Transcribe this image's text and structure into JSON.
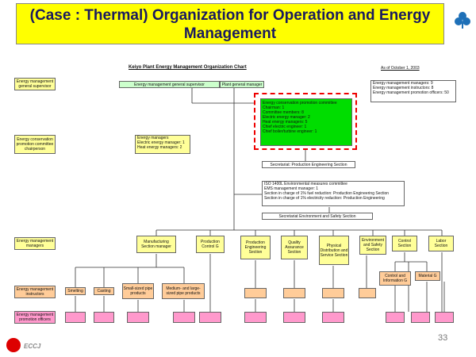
{
  "title": "(Case : Thermal)  Organization for Operation and Energy Management",
  "chart_title": "Keiyo Plant Energy Management Organization Chart",
  "as_of": "As of October 1, 2003",
  "page_number": "33",
  "footer_logo_text": "ECCJ",
  "left_labels": {
    "general_supervisor": "Energy management general supervisor",
    "committee_chairperson": "Energy conservation promotion committee chairperson",
    "managers": "Energy management managers",
    "instructors": "Energy management instructors",
    "promotion_officers": "Energy management promotion officers"
  },
  "top": {
    "general_supervisor": "Energy management general supervisor",
    "plant_manager": "Plant general manager",
    "energy_managers": [
      "Energy managers",
      "Electric energy manager: 1",
      "Heat energy managers: 2"
    ],
    "counts": [
      "Energy management managers: 9",
      "Energy management instructors: 8",
      "Energy management promotion officers: 50"
    ]
  },
  "committee": [
    "Energy conservation promotion committee",
    "Chairman: 1",
    "Committee members: 8",
    "Electric energy manager: 2",
    "Heat energy managers: 5",
    "Chief electric engineer: 1",
    "Chief boiler/turbine engineer: 1"
  ],
  "secretariat_production": "Secretariat: Production Engineering Section",
  "iso": [
    "ISO 1400L Environmental measures committee",
    "EMS management manager: 1",
    "Section in charge of 1% fuel reduction: Production Engineering Section",
    "Section in charge of 1% electricity reduction: Production Engineering"
  ],
  "secretariat_env": "Secretariat      Environment and Safety Section",
  "sections": [
    "Manufacturing Section manager",
    "Production Control G",
    "Production Engineering Section",
    "Quality Assurance Section",
    "Physical Distribution and Service Section",
    "Environment and Safety Section",
    "Control Section",
    "Labor Section"
  ],
  "manufacturing_subs": [
    "Smelting",
    "Casting",
    "Small-sized pipe products",
    "Medium- and large-sized pipe products"
  ],
  "control_subs": [
    "Control and Information G",
    "Material G"
  ],
  "colors": {
    "title_bg": "#ffff00",
    "title_text": "#1a1a60",
    "committee_bg": "#00dd00",
    "highlight": "#ee0000"
  }
}
